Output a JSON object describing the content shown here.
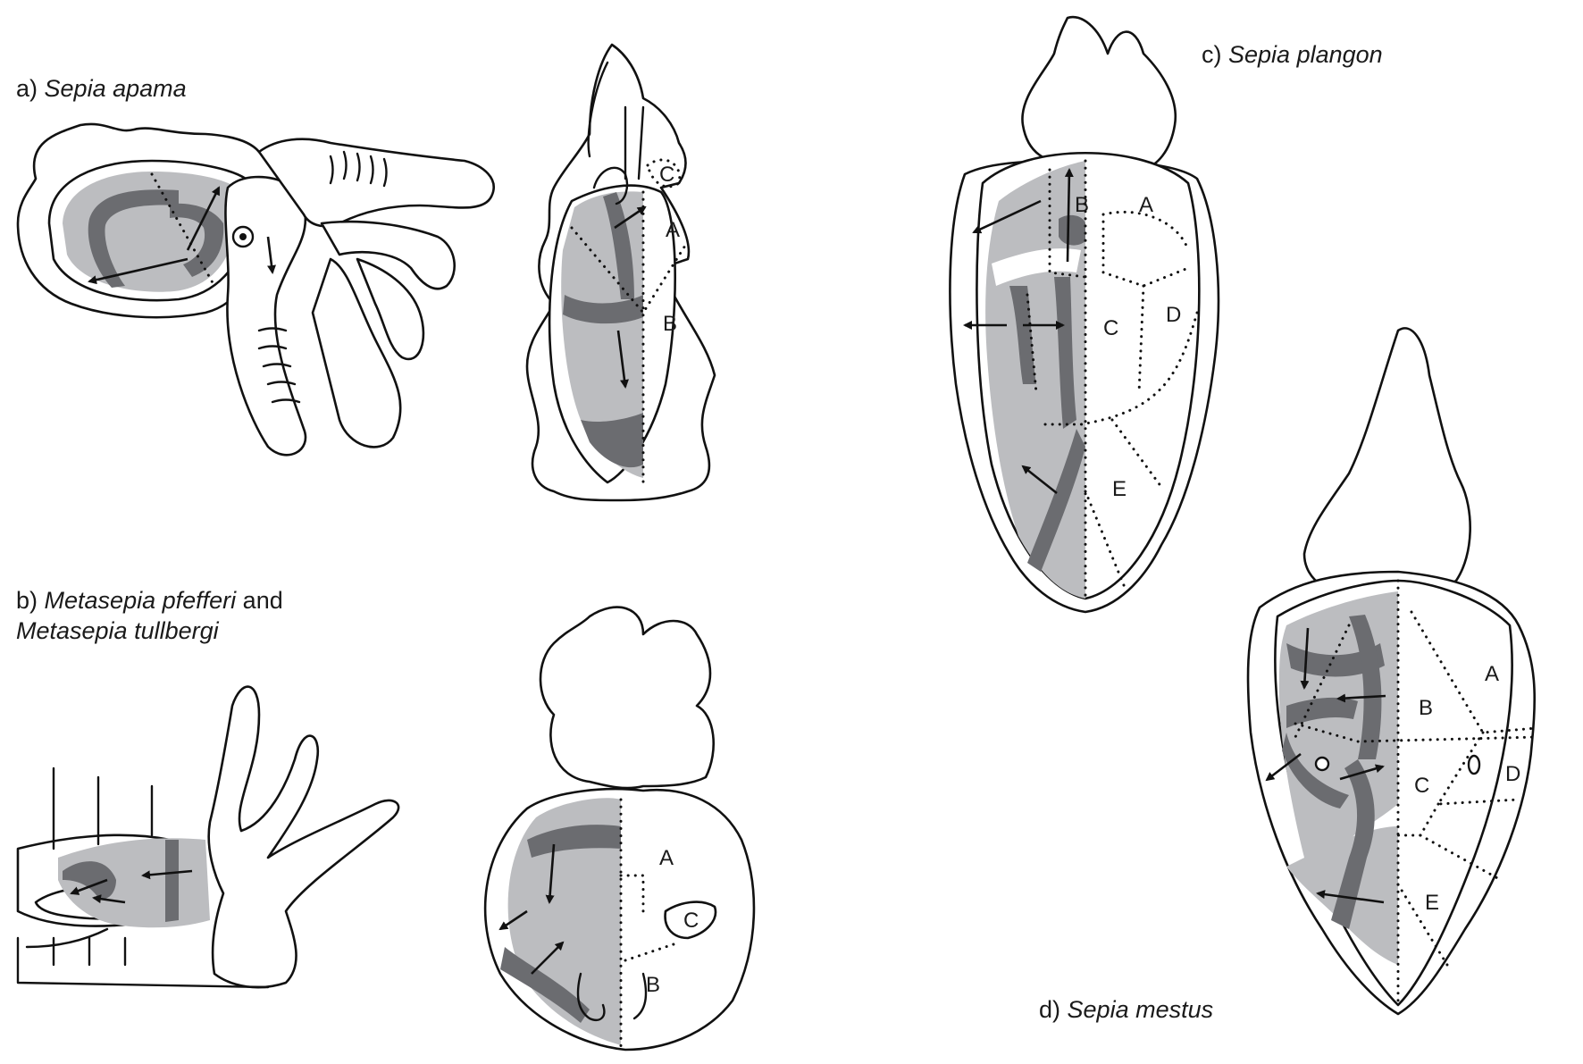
{
  "figure": {
    "panels": [
      {
        "id": "a",
        "prefix": "a)",
        "species": "Sepia apama",
        "views": [
          "lateral",
          "dorsal"
        ],
        "region_labels": [
          "A",
          "B",
          "C"
        ]
      },
      {
        "id": "b",
        "prefix": "b)",
        "species": "Metasepia pfefferi",
        "conjunction": "and",
        "species_2": "Metasepia tullbergi",
        "views": [
          "lateral",
          "dorsal"
        ],
        "region_labels": [
          "A",
          "B",
          "C"
        ]
      },
      {
        "id": "c",
        "prefix": "c)",
        "species": "Sepia plangon",
        "views": [
          "dorsal"
        ],
        "region_labels": [
          "A",
          "B",
          "C",
          "D",
          "E"
        ]
      },
      {
        "id": "d",
        "prefix": "d)",
        "species": "Sepia mestus",
        "views": [
          "dorsal"
        ],
        "region_labels": [
          "A",
          "B",
          "C",
          "D",
          "E"
        ]
      }
    ],
    "colors": {
      "background": "#ffffff",
      "outline": "#111111",
      "light_band": "#bcbdc0",
      "dark_band": "#6b6c70"
    }
  }
}
